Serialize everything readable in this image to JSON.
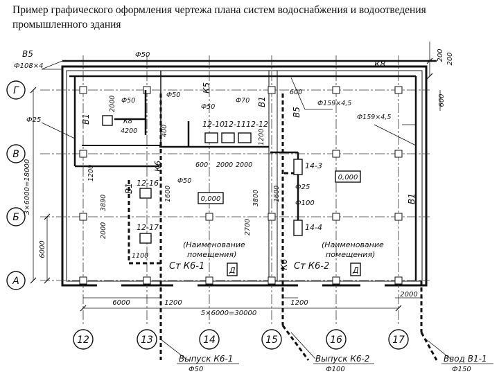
{
  "caption": {
    "line1": "Пример графического оформления чертежа плана систем водоснабжения и водоотведения",
    "line2": "промышленного здания"
  },
  "axes": {
    "rows": [
      "Г",
      "В",
      "Б",
      "А"
    ],
    "columns": [
      "12",
      "13",
      "14",
      "15",
      "16",
      "17"
    ]
  },
  "dims": {
    "bays_total": "5×6000=30000",
    "bay_6000": "6000",
    "d1200_left": "1200",
    "d1200_right": "1200",
    "d2000_right": "2000",
    "rows_total": "3×6000=18000",
    "row_6000": "6000",
    "top_200a": "200",
    "top_200b": "200",
    "right_600": "600"
  },
  "pipes": {
    "v5": "В5",
    "v5_size": "Ф108×4",
    "k8": "К8",
    "f50_top": "Ф50",
    "f25_left": "Ф25",
    "v1_left": "В1",
    "v1_right": "В1",
    "v1_mid": "В1",
    "v1_small": "В1",
    "k6_mid": "К6",
    "k6_bottom": "К6",
    "v5_mid": "В5",
    "k5": "К5"
  },
  "labels": {
    "f50_a": "Ф50",
    "f50_b": "Ф50",
    "f70": "Ф70",
    "f50_c": "Ф50",
    "f50_d": "Ф50",
    "f159": "Ф159×4,5",
    "f159_b": "Ф159×4,5",
    "d600": "600",
    "d2000": "2000",
    "d400": "400",
    "d1200a": "1200",
    "d1200b": "1200",
    "d3890": "3890",
    "d1600": "1600",
    "d2000b": "2000",
    "d3800": "3800",
    "d2700": "2700",
    "d1600b": "1600",
    "d600b": "600",
    "d2000c": "2000",
    "d2000d": "2000",
    "d1100": "1100",
    "k8_small": "К8",
    "k8_num": "4200",
    "eq_1210": "12-10",
    "eq_1211": "12-11",
    "eq_1212": "12-12",
    "eq_1216": "12-16",
    "eq_1217": "12-17",
    "eq_143": "14-3",
    "eq_144": "14-4",
    "f25_b": "Ф25",
    "f100": "Ф100",
    "elev_1": "0,000",
    "elev_2": "0,000",
    "room1_a": "(Наименование",
    "room1_b": "помещения)",
    "room2_a": "(Наименование",
    "room2_b": "помещения)",
    "stk1": "Ст К6-1",
    "stk2": "Ст К6-2",
    "d_mark1": "Д",
    "d_mark2": "Д"
  },
  "outlets": {
    "vypusk1": "Выпуск К6-1",
    "vypusk1_size": "Ф50",
    "vypusk2": "Выпуск К6-2",
    "vypusk2_size": "Ф100",
    "vvod": "Ввод В1-1",
    "vvod_size": "Ф150"
  }
}
